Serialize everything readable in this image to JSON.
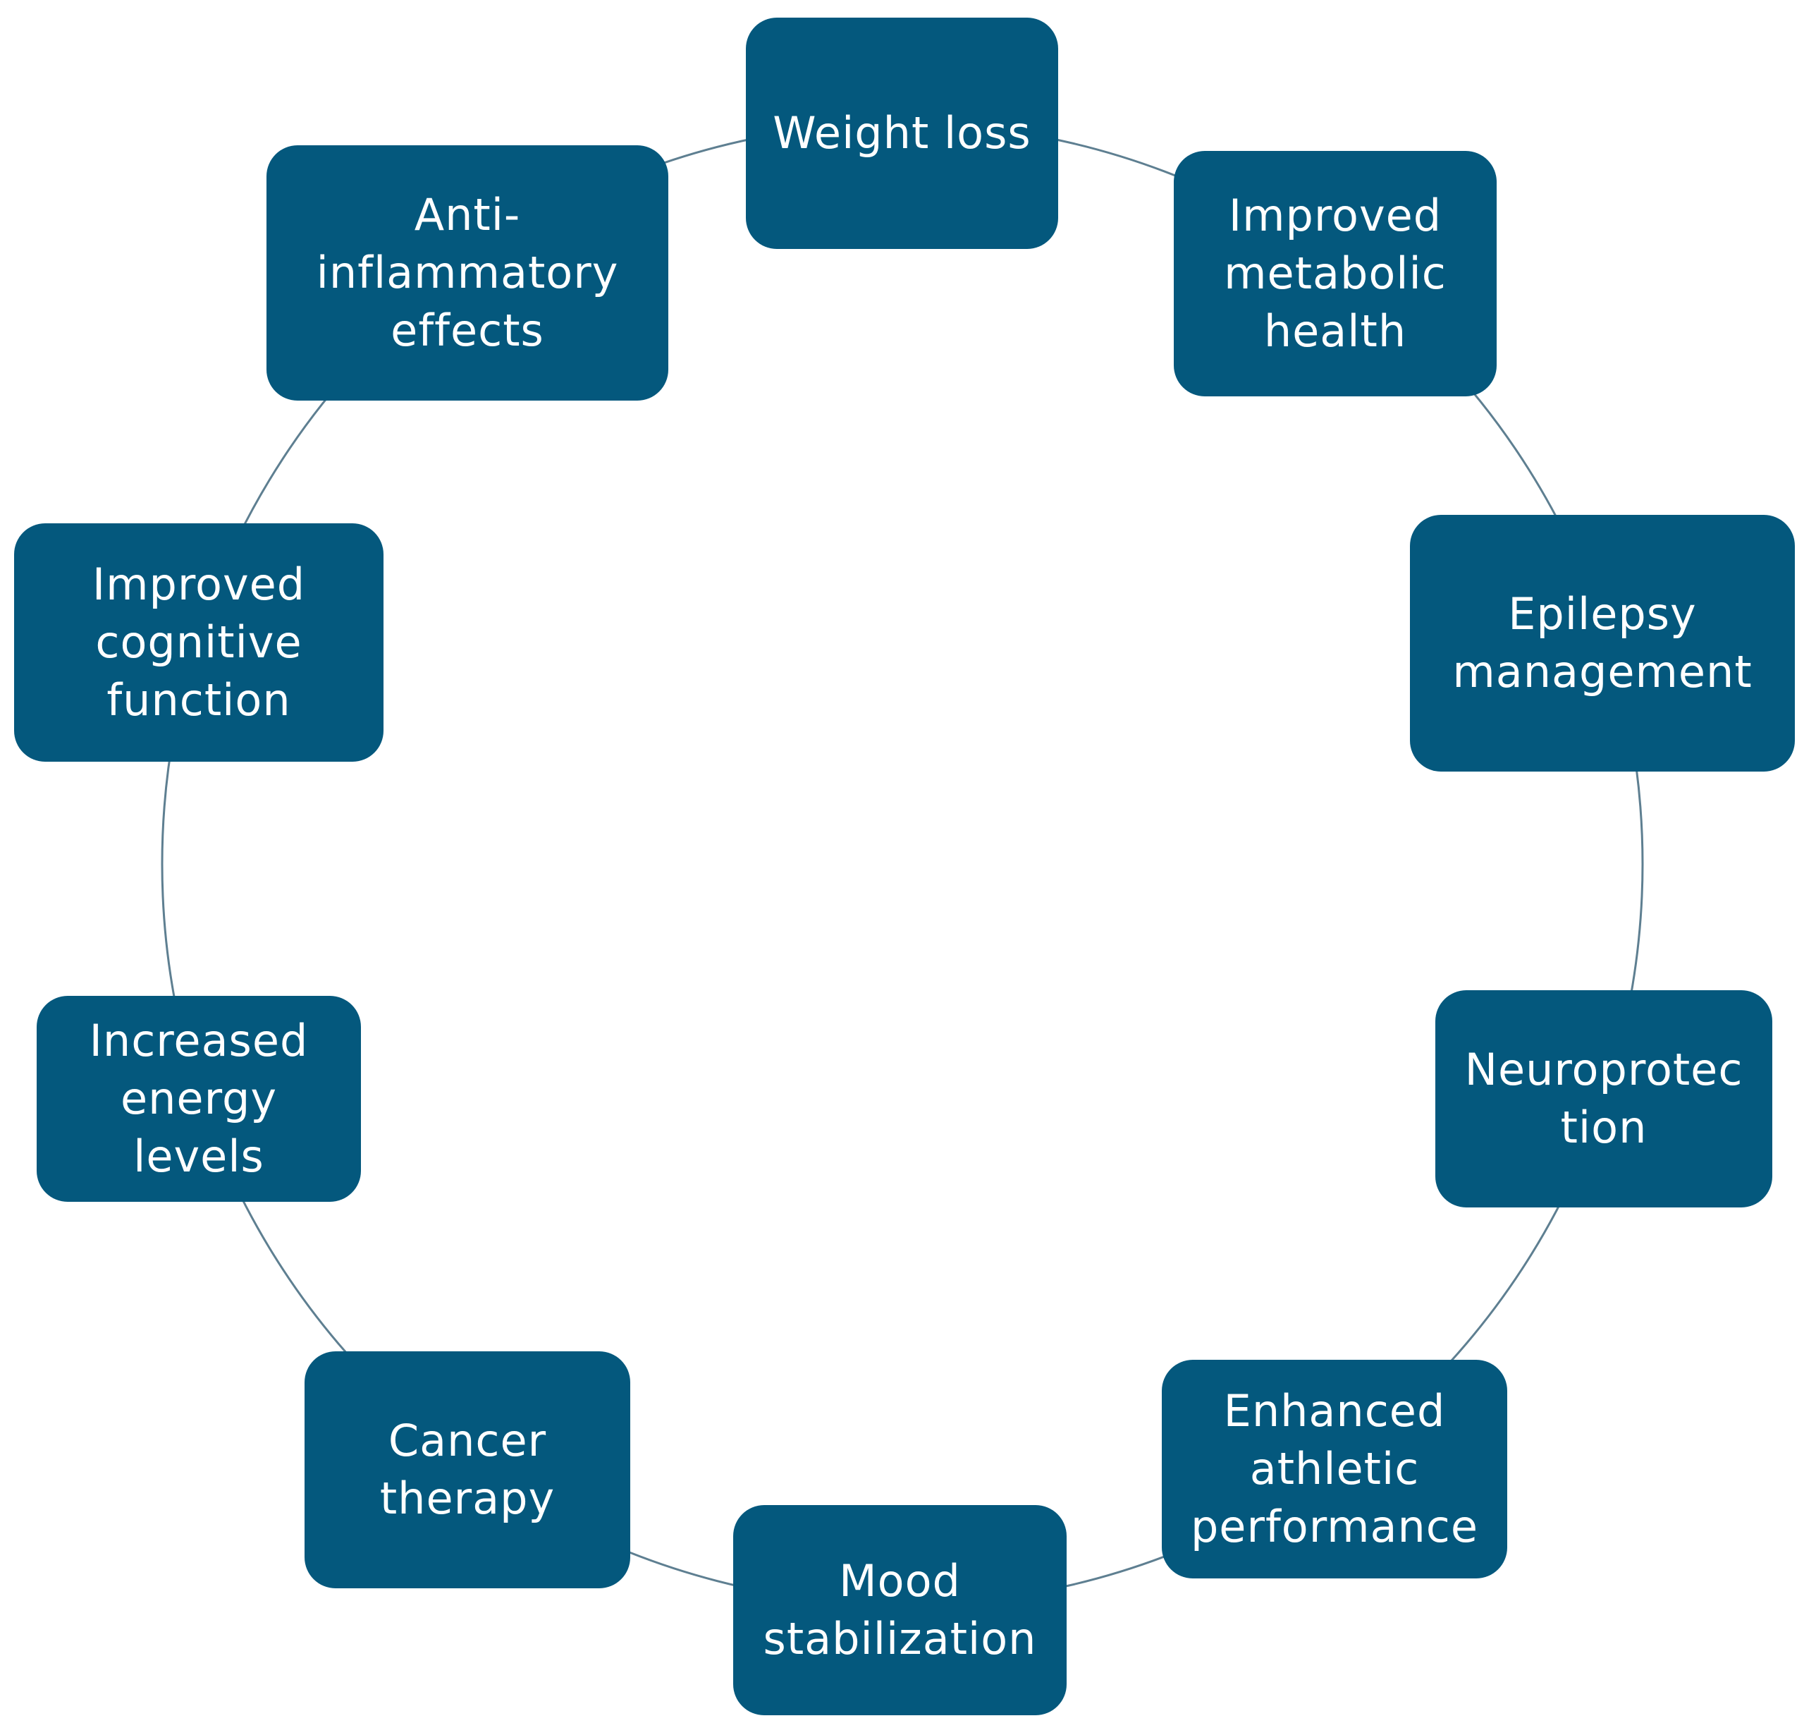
{
  "colors": {
    "node_fill": "#04587D",
    "node_text": "#FFFFFF",
    "ring_line": "#5E7F91",
    "background": "#FFFFFF"
  },
  "nodes": [
    {
      "label": "Weight loss"
    },
    {
      "label": "Improved metabolic health"
    },
    {
      "label": "Epilepsy management"
    },
    {
      "label": "Neuroprotec tion"
    },
    {
      "label": "Enhanced athletic performance"
    },
    {
      "label": "Mood stabilization"
    },
    {
      "label": "Cancer therapy"
    },
    {
      "label": "Increased energy levels"
    },
    {
      "label": "Improved cognitive function"
    },
    {
      "label": "Anti- inflammatory effects"
    }
  ]
}
